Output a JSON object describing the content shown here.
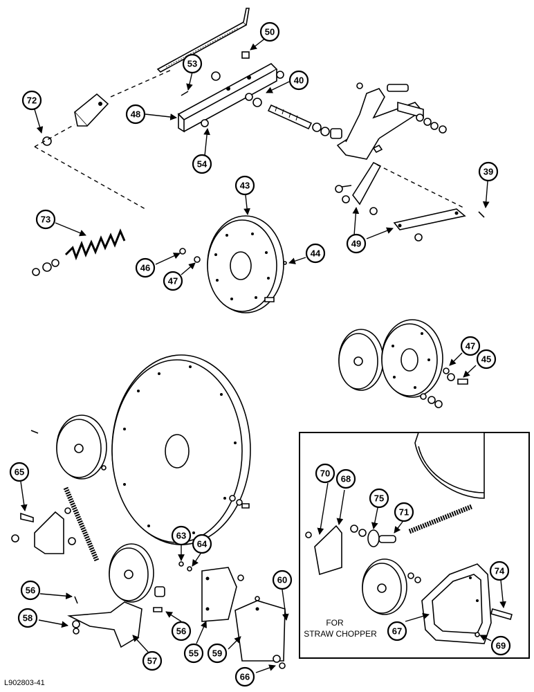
{
  "figure_code": "L902803-41",
  "inset_caption": [
    "FOR",
    "STRAW CHOPPER"
  ],
  "callouts": [
    "50",
    "53",
    "40",
    "72",
    "48",
    "54",
    "39",
    "43",
    "73",
    "49",
    "46",
    "47",
    "44",
    "47",
    "45",
    "65",
    "70",
    "68",
    "75",
    "71",
    "63",
    "64",
    "56",
    "60",
    "74",
    "58",
    "56",
    "57",
    "55",
    "59",
    "67",
    "69",
    "66"
  ]
}
